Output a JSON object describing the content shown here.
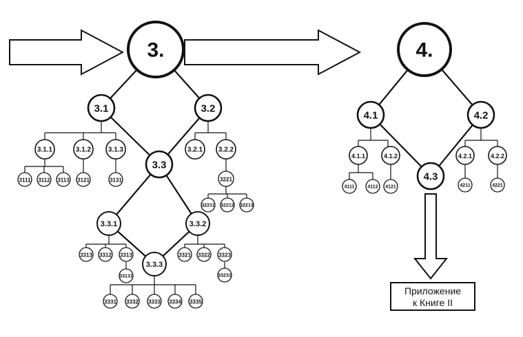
{
  "nodes": {
    "n3": "3.",
    "n3_1": "3.1",
    "n3_2": "3.2",
    "n3_3": "3.3",
    "n3_1_1": "3.1.1",
    "n3_1_2": "3.1.2",
    "n3_1_3": "3.1.3",
    "n3111": "3111",
    "n3112": "3112",
    "n3113": "3113",
    "n3121": "3121",
    "n3131": "3131",
    "n3_2_1": "3.2.1",
    "n3_2_2": "3.2.2",
    "n3221": "3221",
    "n32211": "32211",
    "n32212": "32212",
    "n32213": "32213",
    "n3_3_1": "3.3.1",
    "n3_3_2": "3.3.2",
    "n3_3_3": "3.3.3",
    "n3313": "3313",
    "n3312": "3312",
    "n3313b": "3313",
    "n33131": "33131",
    "n3321": "3321",
    "n3322": "3322",
    "n3323": "3323",
    "n33231": "33231",
    "n3331": "3331",
    "n3332": "3332",
    "n3333": "3333",
    "n3334": "3334",
    "n3335": "3335",
    "n4": "4.",
    "n4_1": "4.1",
    "n4_2": "4.2",
    "n4_3": "4.3",
    "n4_1_1": "4.1.1",
    "n4_1_2": "4.1.2",
    "n4_2_1": "4.2.1",
    "n4_2_2": "4.2.2",
    "n4111": "4111",
    "n4112": "4112",
    "n4121": "4121",
    "n4211": "4211",
    "n4221": "4221"
  },
  "appendix": {
    "line1": "Приложение",
    "line2": "к Книге II"
  }
}
